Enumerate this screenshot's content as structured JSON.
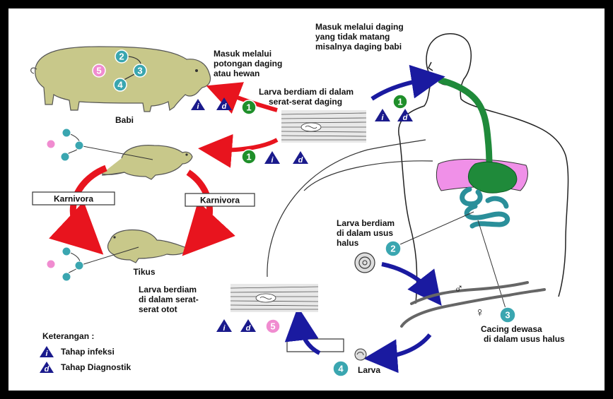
{
  "labels": {
    "pig_entry": [
      "Masuk melalui",
      "potongan daging",
      "atau hewan"
    ],
    "human_entry": [
      "Masuk melalui daging",
      "yang tidak matang",
      "misalnya daging babi"
    ],
    "larva_meat": [
      "Larva berdiam di dalam",
      "serat-serat daging"
    ],
    "pig": "Babi",
    "rat": "Tikus",
    "karnivora_left": "Karnivora",
    "karnivora_right": "Karnivora",
    "larva_intestine": [
      "Larva berdiam",
      "di dalam usus",
      "halus"
    ],
    "adult_worm": [
      "Cacing dewasa",
      "di dalam usus halus"
    ],
    "larva_muscle": [
      "Larva berdiam",
      "di dalam serat-",
      "serat otot"
    ],
    "larva_stage": "Larva"
  },
  "stages": {
    "s1": "1",
    "s2": "2",
    "s3": "3",
    "s4": "4",
    "s5": "5",
    "cycle": [
      "2",
      "3",
      "4",
      "5"
    ]
  },
  "marks": {
    "infeksi": "i",
    "diagnostik": "d"
  },
  "sex": {
    "male": "♂",
    "female": "♀"
  },
  "legend": {
    "title": "Keterangan :",
    "infeksi": "Tahap infeksi",
    "diagnostik": "Tahap Diagnostik"
  },
  "colors": {
    "frame": "#000000",
    "animal": "#c8c88a",
    "arrow_red": "#e8141e",
    "arrow_blue": "#1a1aa0",
    "stage_green": "#1f8f2a",
    "stage_teal": "#3aa6b0",
    "stage_pink": "#f08cd0",
    "triangle": "#1a1a8c",
    "digestive_green": "#1f8a3a",
    "liver_pink": "#f090e8",
    "intestine_teal": "#3aa6b0"
  }
}
